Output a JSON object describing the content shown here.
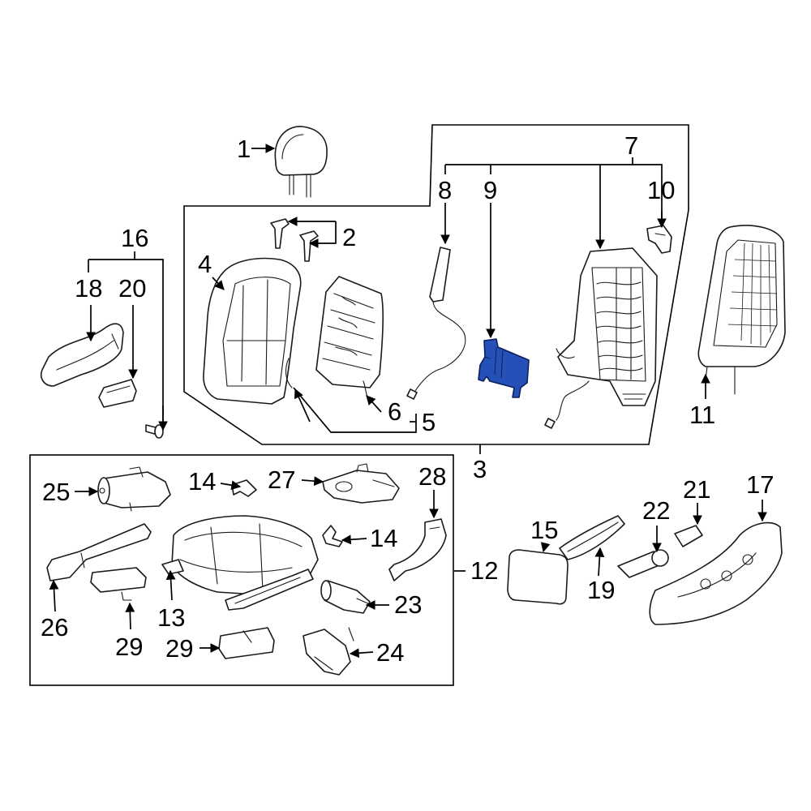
{
  "diagram": {
    "highlight_color": "#2450b8",
    "highlighted_part": "9",
    "labels": {
      "l1": "1",
      "l2": "2",
      "l3": "3",
      "l4": "4",
      "l5": "5",
      "l6": "6",
      "l7": "7",
      "l8": "8",
      "l9": "9",
      "l10": "10",
      "l11": "11",
      "l12": "12",
      "l13": "13",
      "l14a": "14",
      "l14b": "14",
      "l15": "15",
      "l16": "16",
      "l17": "17",
      "l18": "18",
      "l19": "19",
      "l20": "20",
      "l21": "21",
      "l22": "22",
      "l23": "23",
      "l24": "24",
      "l25": "25",
      "l26": "26",
      "l27": "27",
      "l28": "28",
      "l29a": "29",
      "l29b": "29"
    }
  }
}
